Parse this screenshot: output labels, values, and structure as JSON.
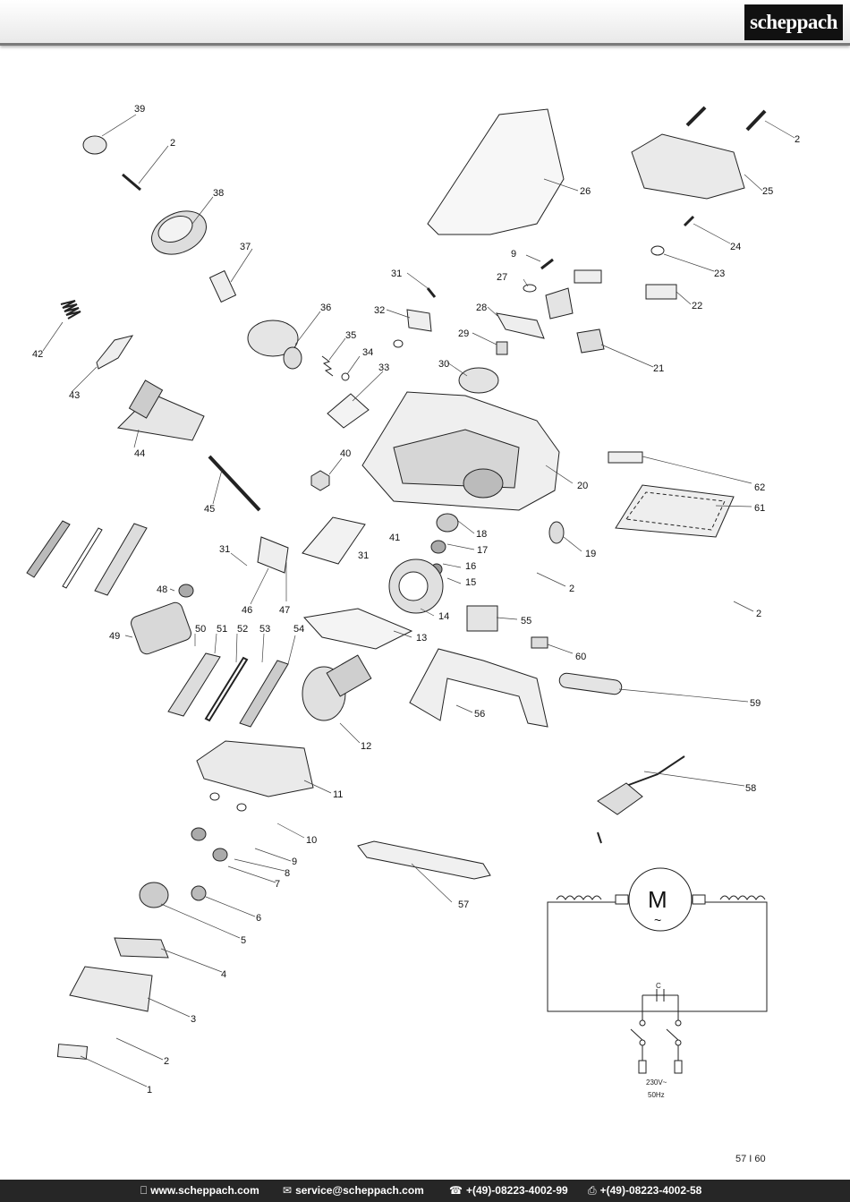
{
  "header": {
    "brand": "scheppach"
  },
  "diagram": {
    "callouts": [
      "39",
      "2",
      "38",
      "37",
      "36",
      "35",
      "34",
      "33",
      "42",
      "43",
      "44",
      "45",
      "40",
      "26",
      "25",
      "2",
      "24",
      "23",
      "22",
      "21",
      "9",
      "27",
      "28",
      "29",
      "30",
      "31",
      "32",
      "20",
      "62",
      "61",
      "18",
      "17",
      "16",
      "15",
      "19",
      "2",
      "2",
      "31",
      "31",
      "41",
      "46",
      "47",
      "14",
      "13",
      "55",
      "60",
      "48",
      "49",
      "50",
      "51",
      "52",
      "53",
      "54",
      "12",
      "56",
      "59",
      "58",
      "11",
      "10",
      "9",
      "8",
      "7",
      "6",
      "5",
      "4",
      "3",
      "2",
      "1",
      "57"
    ],
    "wiring": {
      "motor_label": "M",
      "motor_symbol": "~",
      "capacitor_label": "C",
      "voltage": "230V~",
      "frequency": "50Hz"
    }
  },
  "page": {
    "number": "57 I 60"
  },
  "footer": {
    "website": "www.scheppach.com",
    "email": "service@scheppach.com",
    "phone": "+(49)-08223-4002-99",
    "fax": "+(49)-08223-4002-58",
    "icons": [
      "computer-icon",
      "mail-icon",
      "phone-icon",
      "fax-icon"
    ]
  }
}
